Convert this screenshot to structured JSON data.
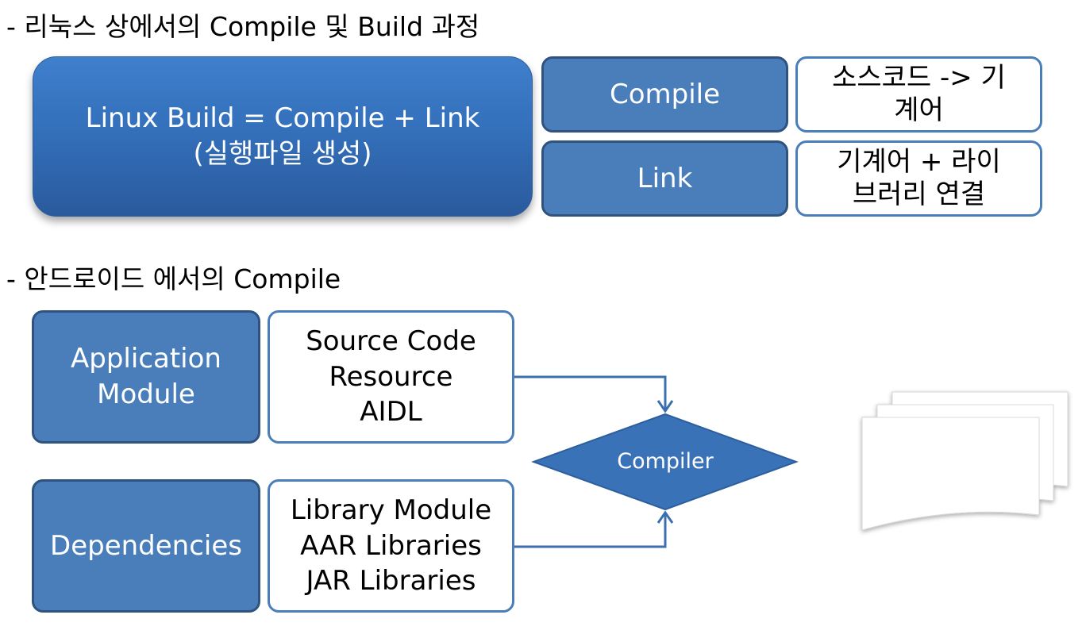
{
  "headings": {
    "linux": "- 리눅스 상에서의 Compile 및 Build 과정",
    "android": "- 안드로이드 에서의 Compile"
  },
  "linux": {
    "build_box": {
      "line1": "Linux Build = Compile + Link",
      "line2": "(실행파일 생성)"
    },
    "compile_label": "Compile",
    "compile_desc": {
      "line1": "소스코드 -> 기",
      "line2": "계어"
    },
    "link_label": "Link",
    "link_desc": {
      "line1": "기계어 + 라이",
      "line2": "브러리 연결"
    }
  },
  "android": {
    "app_module": {
      "line1": "Application",
      "line2": "Module"
    },
    "app_sources": {
      "line1": "Source Code",
      "line2": "Resource",
      "line3": "AIDL"
    },
    "dependencies": "Dependencies",
    "dep_sources": {
      "line1": "Library Module",
      "line2": "AAR Libraries",
      "line3": "JAR Libraries"
    },
    "compiler": "Compiler"
  },
  "colors": {
    "primary_blue": "#4a7ebb",
    "dark_blue_border": "#2f527f",
    "diamond_fill": "#3a72b8",
    "connector": "#3c6fb0"
  }
}
